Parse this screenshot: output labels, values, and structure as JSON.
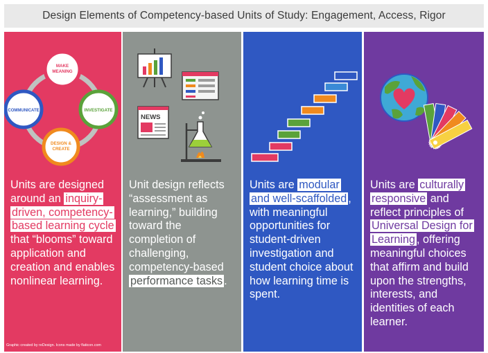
{
  "title": "Design Elements of Competency-based Units of Study: Engagement, Access, Rigor",
  "columns": [
    {
      "cycle_labels": {
        "make_meaning": [
          "MAKE",
          "MEANING"
        ],
        "investigate": "INVESTIGATE",
        "design_create": [
          "DESIGN &",
          "CREATE"
        ],
        "communicate": "COMMUNICATE"
      },
      "text": {
        "pre": "Units are designed around an ",
        "highlight": "inquiry-driven, competency-based learning cycle",
        "post": " that “blooms” toward application and creation and enables nonlinear learning."
      },
      "credit": "Graphic created by reDesign. Icons made by flaticon.com"
    },
    {
      "icons": {
        "news_label": "NEWS"
      },
      "text": {
        "pre": "Unit design reflects “assessment as learning,” building toward the completion of challenging, competency-based ",
        "highlight": "performance tasks",
        "post": "."
      }
    },
    {
      "text": {
        "pre": "Units are ",
        "highlight": "modular and well-scaffolded",
        "post": ", with meaningful opportunities for student-driven investigation and student choice about how learning time is spent."
      }
    },
    {
      "text": {
        "pre": "Units are ",
        "highlight1": "culturally responsive",
        "mid": " and reflect principles of ",
        "highlight2": "Universal Design for Learning",
        "post": ", offering meaningful choices that affirm and build upon the strengths, interests, and identities of each learner."
      }
    }
  ],
  "colors": {
    "pink": "#e33a62",
    "gray": "#8e9490",
    "blue": "#2f58c2",
    "purple": "#6f3aa0"
  }
}
